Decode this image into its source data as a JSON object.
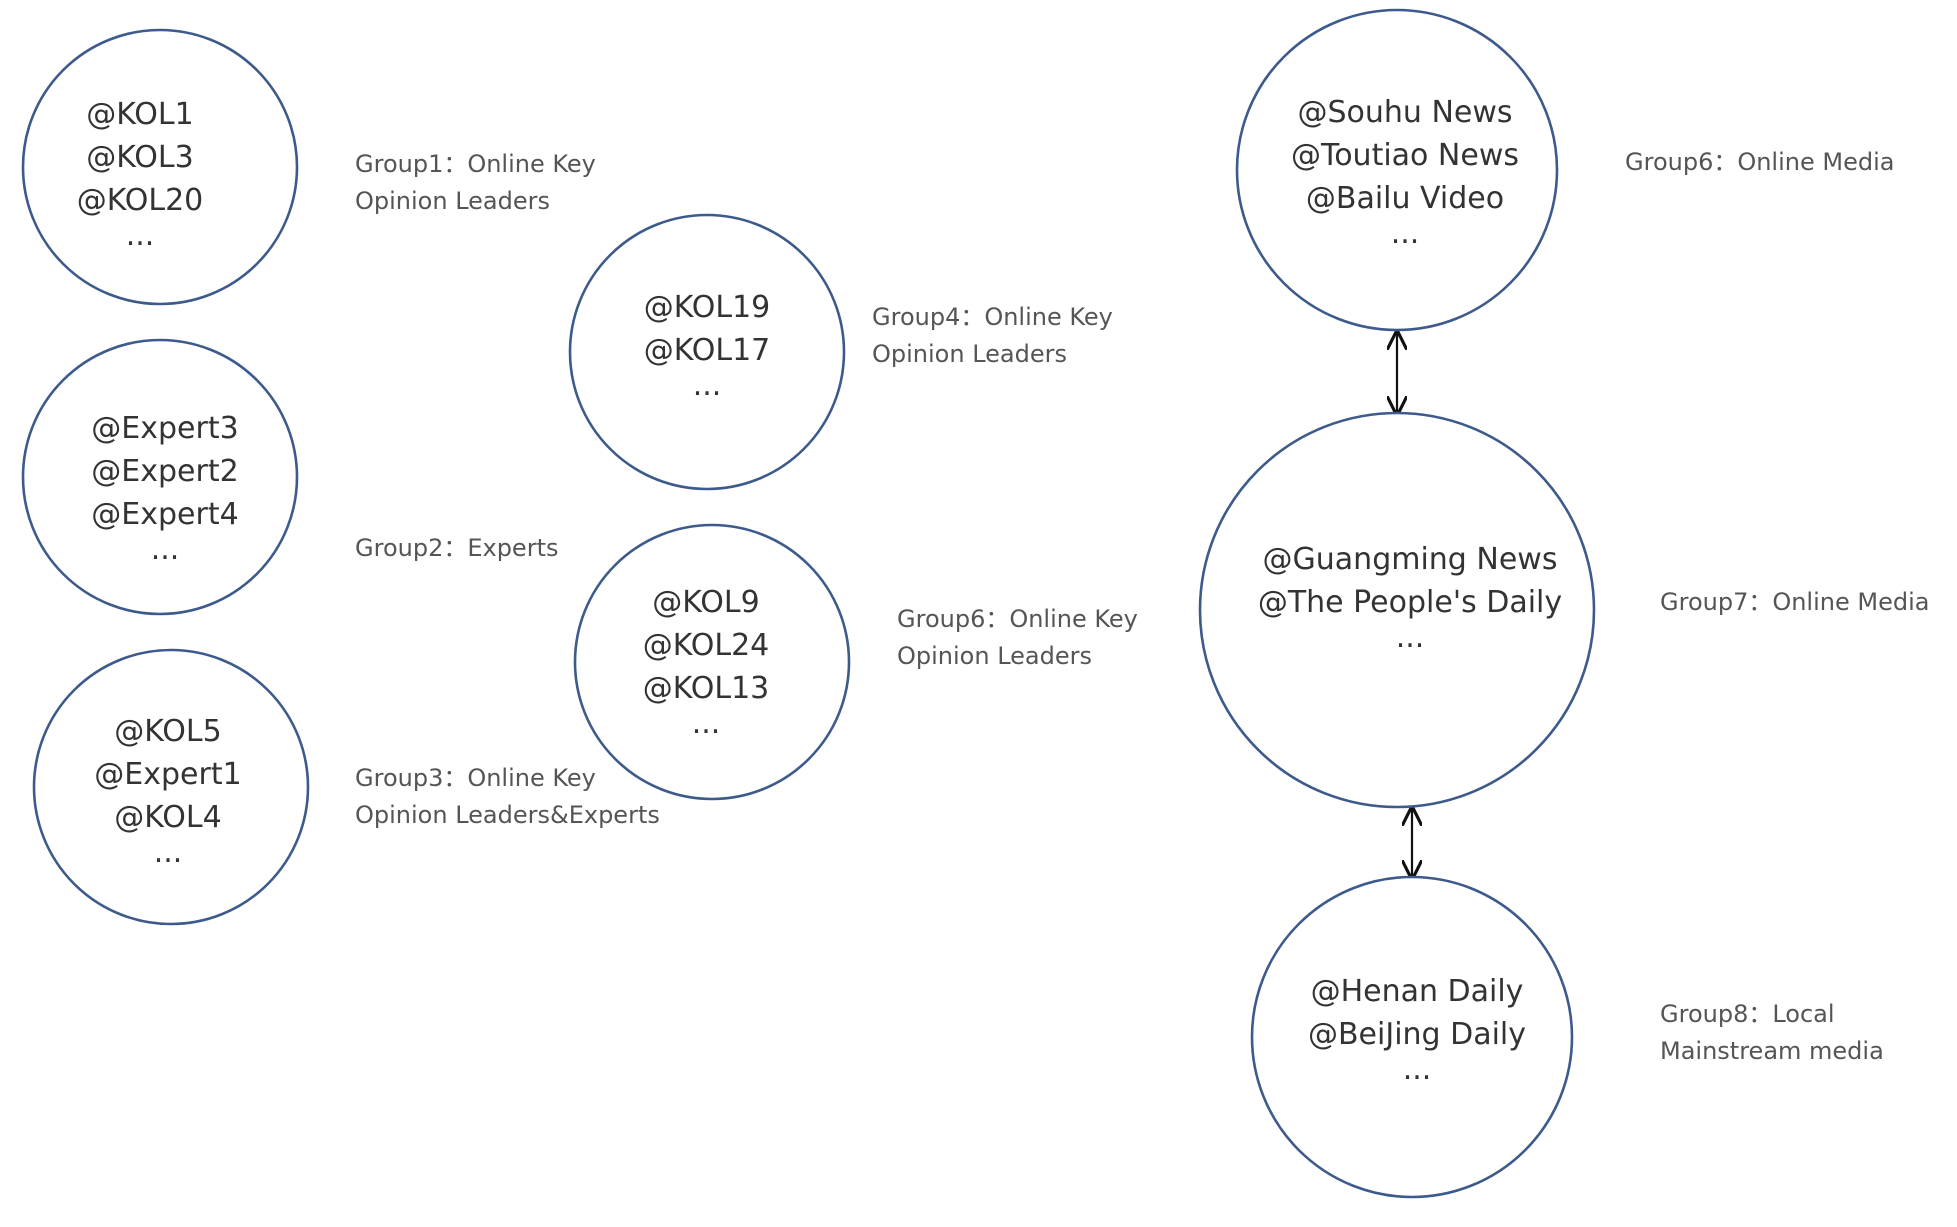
{
  "groups": [
    {
      "id": "g1",
      "members": [
        "@KOL1",
        "@KOL3",
        "@KOL20",
        "..."
      ],
      "label_lines": [
        "Group1：Online Key",
        "Opinion Leaders"
      ]
    },
    {
      "id": "g2",
      "members": [
        "@Expert3",
        "@Expert2",
        "@Expert4",
        "..."
      ],
      "label_lines": [
        "Group2：Experts"
      ]
    },
    {
      "id": "g3",
      "members": [
        "@KOL5",
        "@Expert1",
        "@KOL4",
        "..."
      ],
      "label_lines": [
        "Group3：Online Key",
        "Opinion Leaders&Experts"
      ]
    },
    {
      "id": "g4",
      "members": [
        "@KOL19",
        "@KOL17",
        "..."
      ],
      "label_lines": [
        "Group4：Online Key",
        "Opinion Leaders"
      ]
    },
    {
      "id": "g5",
      "members": [
        "@KOL9",
        "@KOL24",
        "@KOL13",
        "..."
      ],
      "label_lines": [
        "Group6：Online Key",
        "Opinion Leaders"
      ]
    },
    {
      "id": "g6",
      "members": [
        "@Souhu News",
        "@Toutiao News",
        "@Bailu Video",
        "..."
      ],
      "label_lines": [
        "Group6：Online Media"
      ]
    },
    {
      "id": "g7",
      "members": [
        "@Guangming News",
        "@The People's Daily",
        "..."
      ],
      "label_lines": [
        "Group7：Online Media"
      ]
    },
    {
      "id": "g8",
      "members": [
        "@Henan Daily",
        "@BeiJing Daily",
        "..."
      ],
      "label_lines": [
        "Group8：Local",
        "Mainstream media"
      ]
    }
  ],
  "connections": [
    {
      "from": "g6",
      "to": "g7",
      "type": "bidirectional"
    },
    {
      "from": "g7",
      "to": "g8",
      "type": "bidirectional"
    }
  ],
  "colors": {
    "circle_stroke": "#3d5a8c",
    "text": "#333333",
    "label": "#555555",
    "arrow": "#111111"
  }
}
